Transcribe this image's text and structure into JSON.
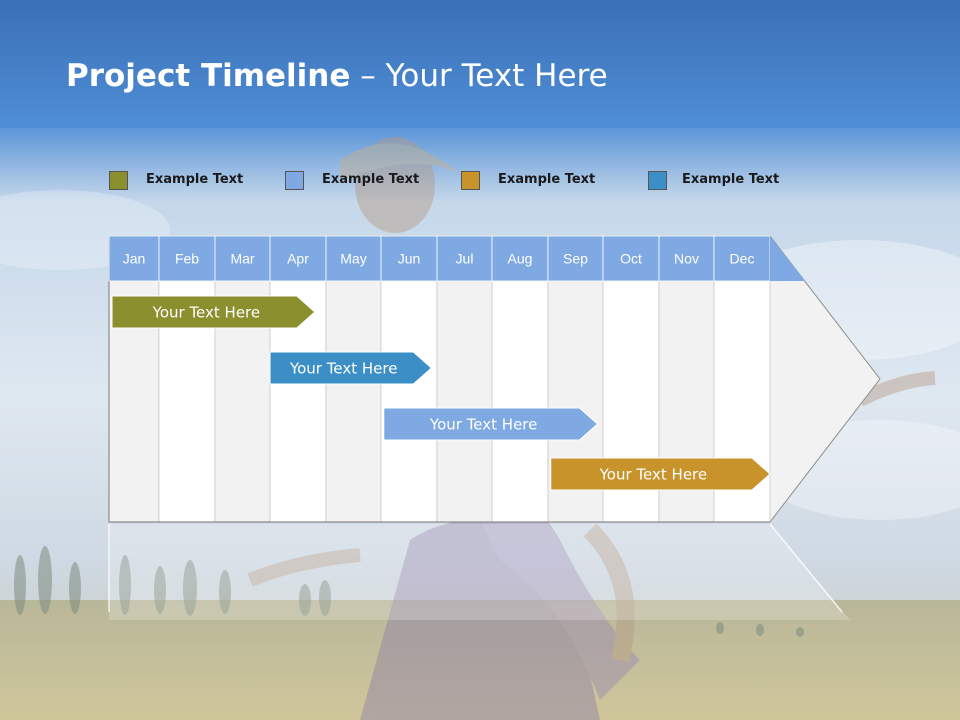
{
  "slide": {
    "title_bold": "Project Timeline",
    "title_rest": " – Your Text Here"
  },
  "legend": [
    {
      "label": "Example Text",
      "color": "#8b8f2e"
    },
    {
      "label": "Example Text",
      "color": "#7ea9e3"
    },
    {
      "label": "Example Text",
      "color": "#c7932a"
    },
    {
      "label": "Example Text",
      "color": "#3c8fc6"
    }
  ],
  "timeline": {
    "months": [
      "Jan",
      "Feb",
      "Mar",
      "Apr",
      "May",
      "Jun",
      "Jul",
      "Aug",
      "Sep",
      "Oct",
      "Nov",
      "Dec"
    ],
    "tasks": [
      {
        "label": "Your  Text Here",
        "start": 0,
        "end": 3.8,
        "color": "#8b8f2e"
      },
      {
        "label": "Your  Text Here",
        "start": 3.0,
        "end": 5.9,
        "color": "#3c8fc6"
      },
      {
        "label": "Your  Text Here",
        "start": 5.05,
        "end": 8.9,
        "color": "#7ea9e3"
      },
      {
        "label": "Your  Text Here",
        "start": 8.05,
        "end": 12.0,
        "color": "#c7932a"
      }
    ]
  },
  "colors": {
    "header": "#7ea9e3",
    "stripe_a": "#f2f2f2",
    "stripe_b": "#ffffff"
  }
}
